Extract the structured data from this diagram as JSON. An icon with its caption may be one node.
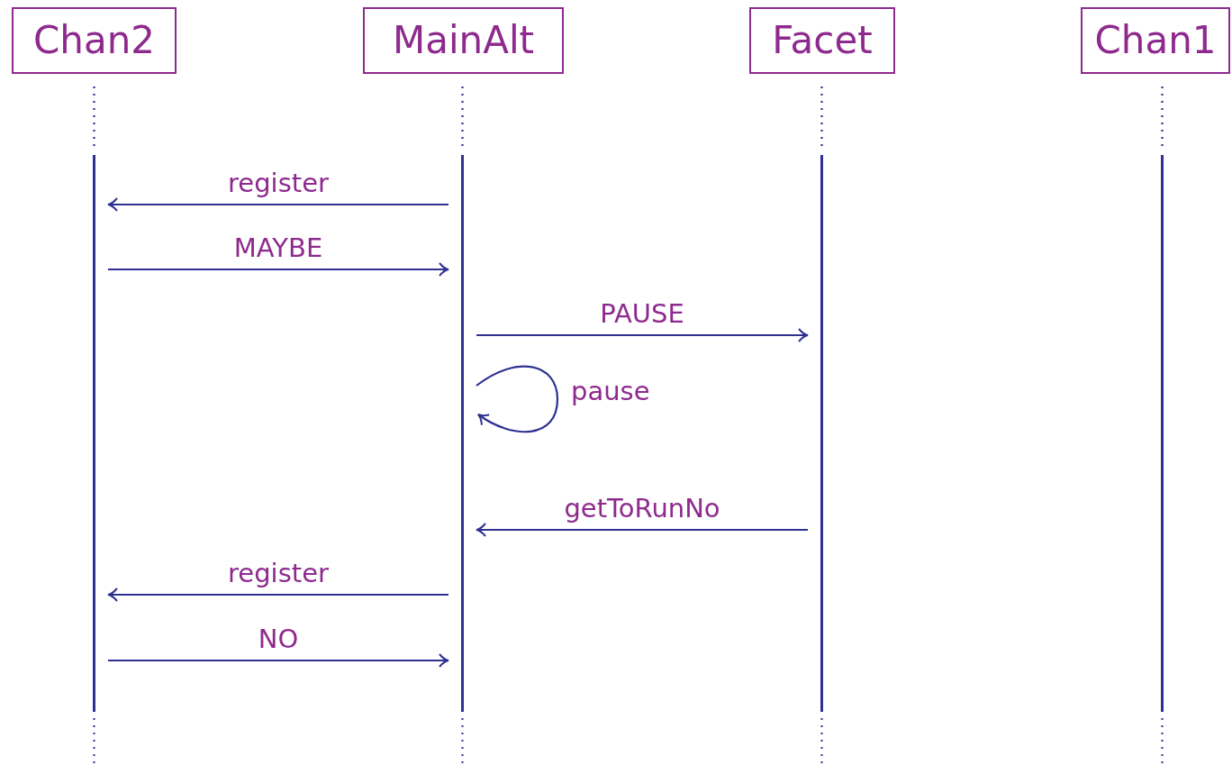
{
  "diagram": {
    "nodes": [
      {
        "text": [
          "Chan2"
        ]
      },
      {
        "text": [
          "MainAlt"
        ]
      },
      {
        "text": [
          "Facet"
        ]
      },
      {
        "text": [
          "Chan1"
        ]
      },
      {
        "text": [],
        "shape": "bar"
      },
      {
        "text": [],
        "shape": "bar"
      },
      {
        "text": [],
        "shape": "bar"
      },
      {
        "text": [],
        "shape": "bar"
      }
    ],
    "edges": [
      {
        "from": 0,
        "to": 4,
        "arrow": "none",
        "style": "dashed"
      },
      {
        "from": 1,
        "to": 5,
        "arrow": "none",
        "style": "dashed"
      },
      {
        "from": 2,
        "to": 6,
        "arrow": "none",
        "style": "dashed"
      },
      {
        "from": 3,
        "to": 7,
        "arrow": "none",
        "style": "dashed"
      },
      {
        "from": 5,
        "to": 4,
        "arrow": "to",
        "label": "register"
      },
      {
        "from": 4,
        "to": 5,
        "arrow": "to",
        "label": "MAYBE"
      },
      {
        "from": 5,
        "to": 6,
        "arrow": "to",
        "label": "PAUSE"
      },
      {
        "from": 5,
        "to": 5,
        "arrow": "to",
        "label": "pause"
      },
      {
        "from": 6,
        "to": 5,
        "arrow": "to",
        "label": "getToRunNo"
      },
      {
        "from": 5,
        "to": 4,
        "arrow": "to",
        "label": "register"
      },
      {
        "from": 4,
        "to": 5,
        "arrow": "to",
        "label": "NO"
      }
    ]
  }
}
